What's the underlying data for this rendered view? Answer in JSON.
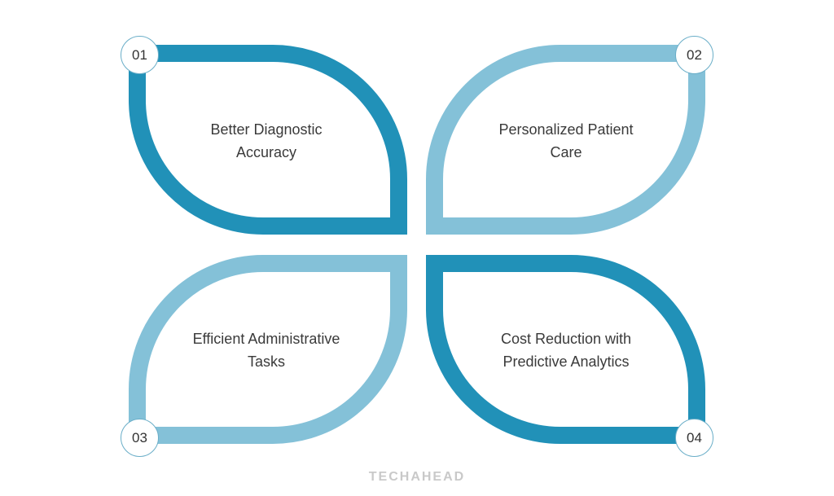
{
  "colors": {
    "dark": "#2191b8",
    "light": "#84c1d8"
  },
  "items": [
    {
      "number": "01",
      "label_line1": "Better Diagnostic",
      "label_line2": "Accuracy",
      "color": "dark"
    },
    {
      "number": "02",
      "label_line1": "Personalized Patient",
      "label_line2": "Care",
      "color": "light"
    },
    {
      "number": "03",
      "label_line1": "Efficient Administrative",
      "label_line2": "Tasks",
      "color": "light"
    },
    {
      "number": "04",
      "label_line1": "Cost Reduction with",
      "label_line2": "Predictive Analytics",
      "color": "dark"
    }
  ],
  "brand": "TECHAHEAD"
}
